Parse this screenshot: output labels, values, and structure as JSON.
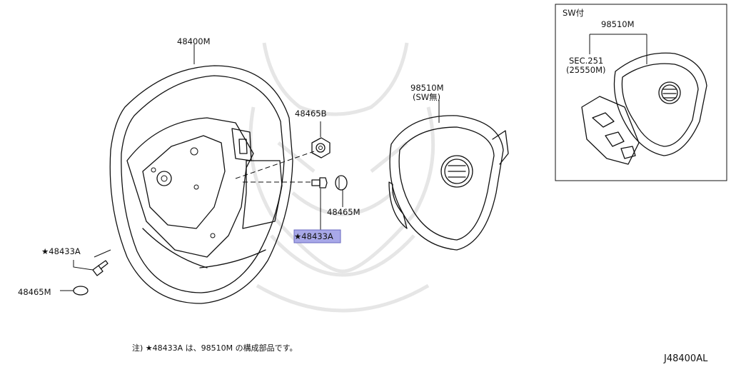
{
  "parts": {
    "wheel": "48400M",
    "nut": "48465B",
    "cap_small": "48465M",
    "bolt_highlight": "★48433A",
    "bolt_left": "★48433A",
    "cap_left": "48465M",
    "airbag_no_sw": "98510M",
    "airbag_no_sw_note": "(SW無)"
  },
  "inset": {
    "title": "SW付",
    "airbag": "98510M",
    "sec_ref": "SEC.251",
    "sec_part": "(25550M)"
  },
  "footnote": "注) ★48433A は、98510M の構成部品です。",
  "diagram_id": "J48400AL"
}
